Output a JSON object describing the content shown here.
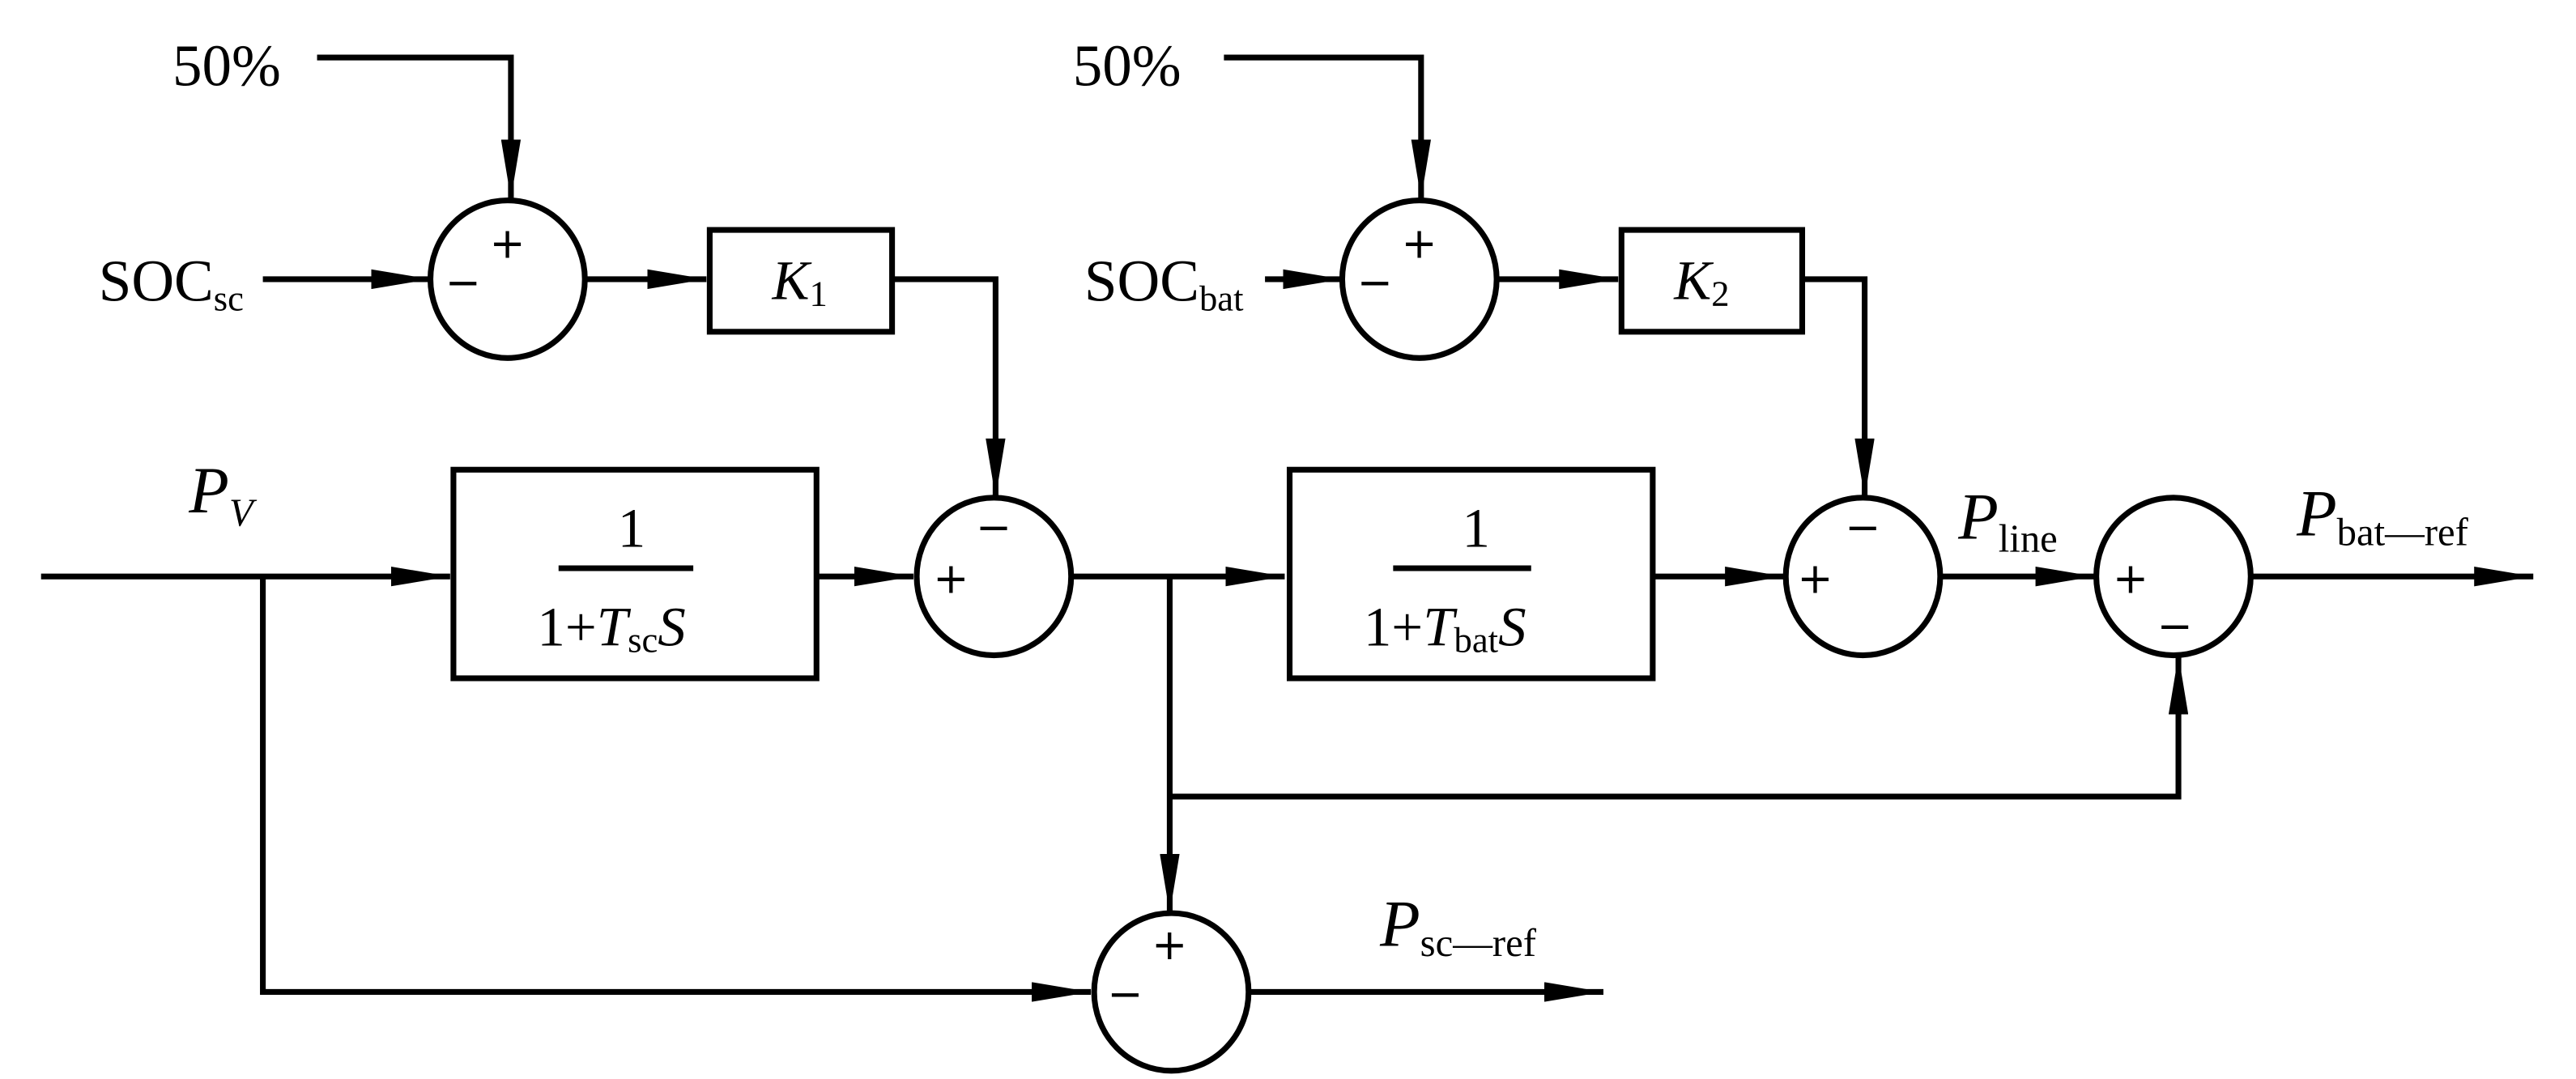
{
  "diagram": {
    "setpoints": {
      "sc": "50%",
      "bat": "50%"
    },
    "inputs": {
      "soc_sc": {
        "main": "SOC",
        "sub": "sc"
      },
      "soc_bat": {
        "main": "SOC",
        "sub": "bat"
      },
      "pv": {
        "main": "P",
        "sub": "V"
      }
    },
    "gains": {
      "k1": {
        "main": "K",
        "sub": "1"
      },
      "k2": {
        "main": "K",
        "sub": "2"
      }
    },
    "filters": {
      "sc": {
        "numerator": "1",
        "prefix": "1+",
        "var": "T",
        "sub": "sc",
        "suffix": "S"
      },
      "bat": {
        "numerator": "1",
        "prefix": "1+",
        "var": "T",
        "sub": "bat",
        "suffix": "S"
      }
    },
    "signals": {
      "p_line": {
        "main": "P",
        "sub": "line"
      },
      "p_bat_ref": {
        "main": "P",
        "sub": "bat—ref"
      },
      "p_sc_ref": {
        "main": "P",
        "sub": "sc—ref"
      }
    },
    "signs": {
      "plus": "+",
      "minus": "−"
    }
  }
}
